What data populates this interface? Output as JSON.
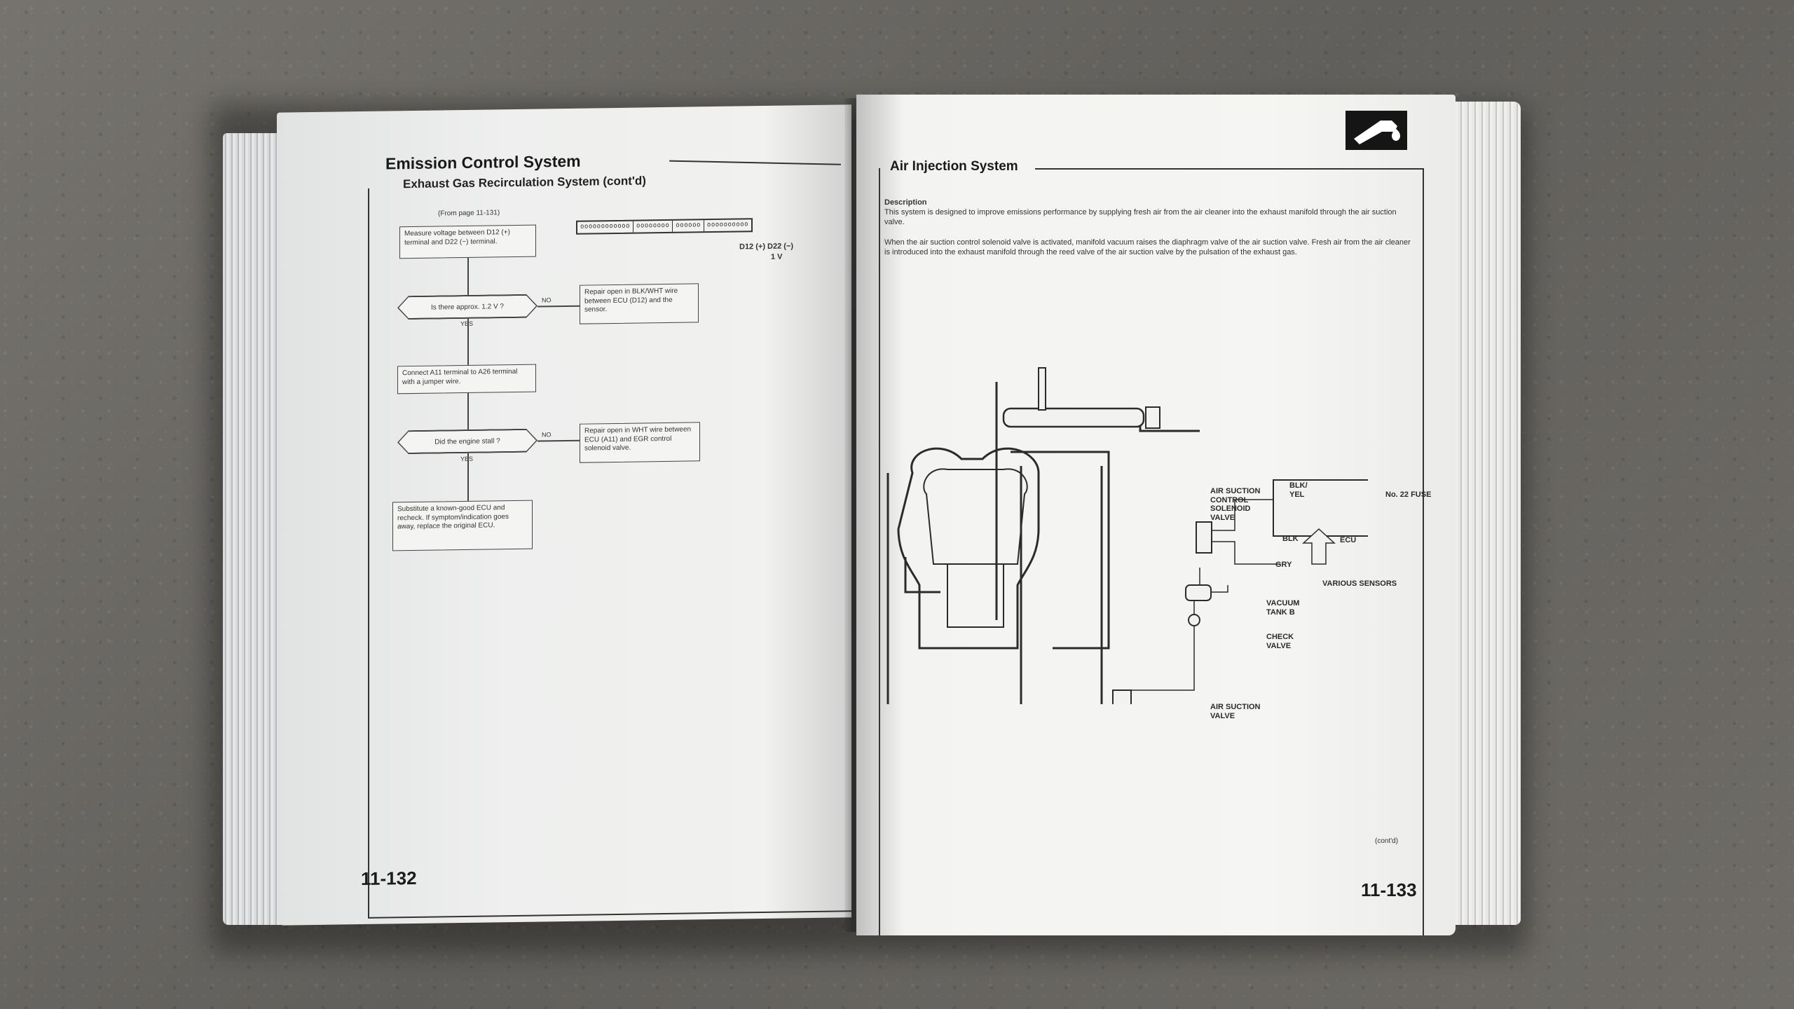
{
  "left_page": {
    "title": "Emission Control System",
    "subtitle": "Exhaust Gas Recirculation System (cont'd)",
    "from_note": "(From page 11-131)",
    "connector_rows": [
      "oooooooooooo",
      "oooooooo",
      "oooooo",
      "oooooooooo"
    ],
    "connector_label": "D12 (+) D22 (−)",
    "connector_volt": "1 V",
    "steps": [
      "Measure voltage between D12 (+) terminal and D22 (−) terminal.",
      "Is there approx. 1.2 V ?",
      "Repair open in BLK/WHT wire between ECU (D12) and the sensor.",
      "Connect A11 terminal to A26 terminal with a jumper wire.",
      "Did the engine stall ?",
      "Repair open in WHT wire between ECU (A11) and EGR control solenoid valve.",
      "Substitute a known-good ECU and recheck. If symptom/indication goes away, replace the original ECU."
    ],
    "yes_label": "YES",
    "no_label": "NO",
    "page_number": "11-132"
  },
  "right_page": {
    "title": "Air Injection System",
    "description_heading": "Description",
    "paragraph1": "This system is designed to improve emissions performance by supplying fresh air from the air cleaner into the exhaust manifold through the air suction valve.",
    "paragraph2": "When the air suction control solenoid valve is activated, manifold vacuum raises the diaphragm valve of the air suction valve. Fresh air from the air cleaner is introduced into the exhaust manifold through the reed valve of the air suction valve by the pulsation of the exhaust gas.",
    "diagram_labels": {
      "solenoid": "AIR SUCTION CONTROL SOLENOID VALVE",
      "blk_yel": "BLK/ YEL",
      "fuse": "No. 22 FUSE",
      "blk": "BLK",
      "ecu": "ECU",
      "gry": "GRY",
      "sensors": "VARIOUS SENSORS",
      "vacuum_tank": "VACUUM TANK B",
      "check_valve": "CHECK VALVE",
      "air_suction_valve": "AIR SUCTION VALVE"
    },
    "contd": "(cont'd)",
    "page_number": "11-133"
  }
}
